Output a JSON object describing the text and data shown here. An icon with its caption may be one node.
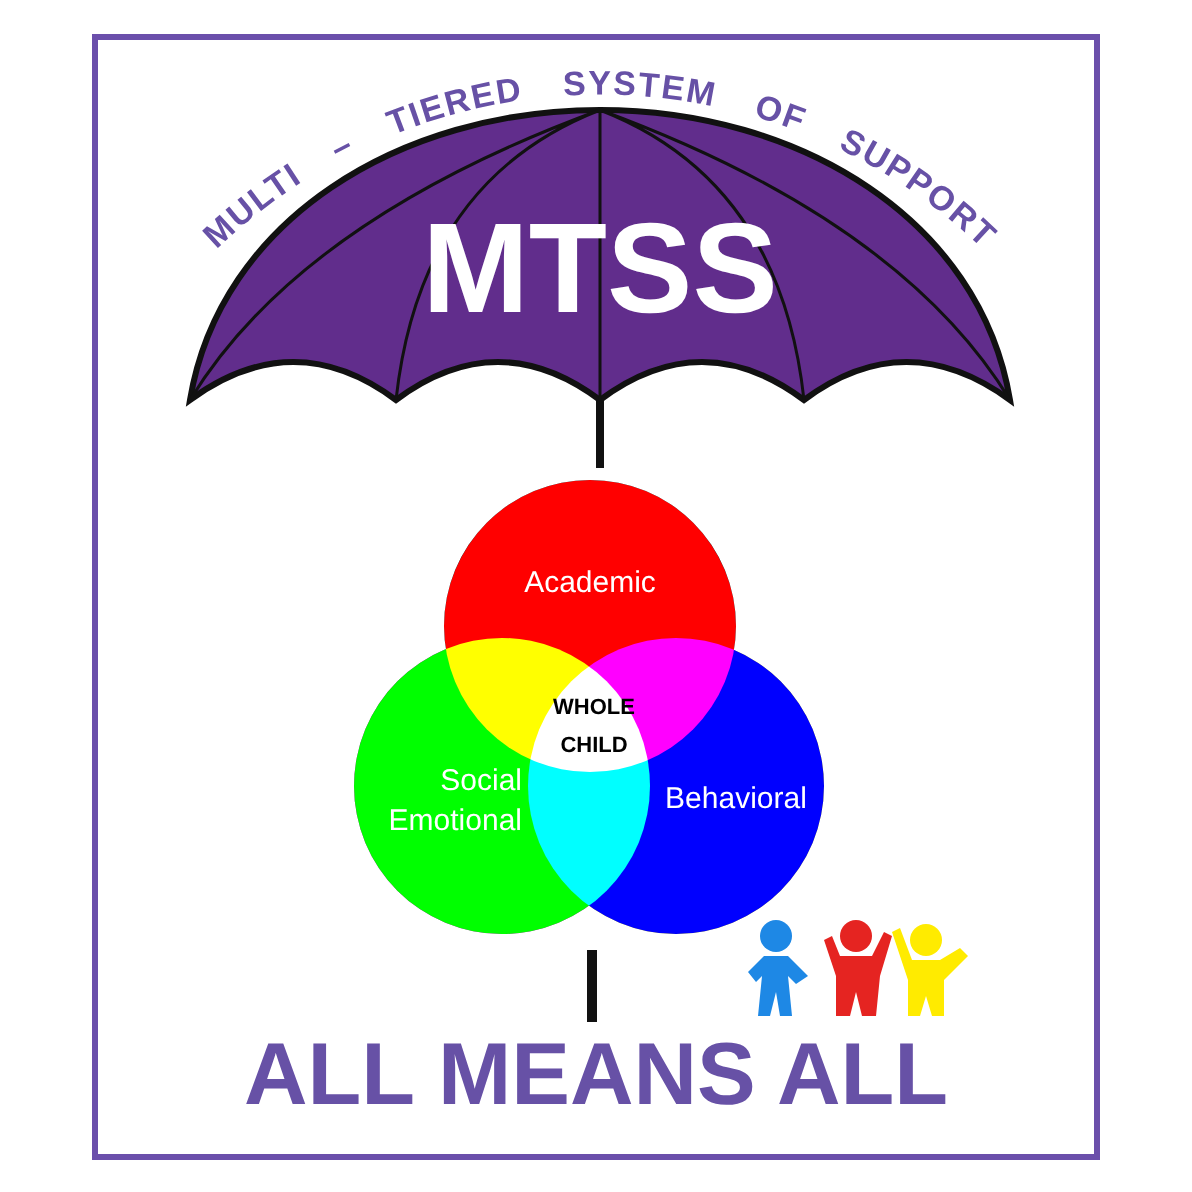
{
  "diagram": {
    "nodes": [
      {
        "text": [
          "MTSS"
        ]
      },
      {
        "text": [
          "Academic"
        ]
      },
      {
        "text": [
          "Social Emotional"
        ]
      },
      {
        "text": [
          "Behavioral"
        ]
      },
      {
        "text": [
          "WHOLE CHILD"
        ]
      }
    ],
    "labels": [
      "MULTI – TIERED SYSTEM OF SUPPORT",
      "ALL MEANS ALL"
    ]
  }
}
